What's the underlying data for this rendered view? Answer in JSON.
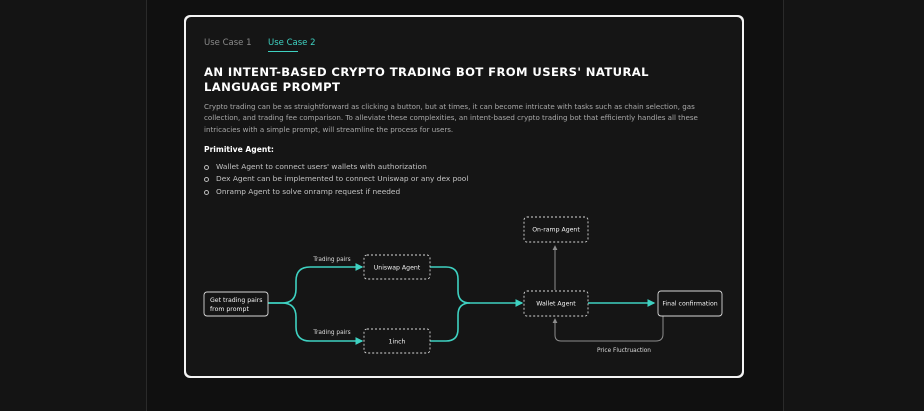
{
  "tabs": [
    {
      "label": "Use Case 1",
      "active": false
    },
    {
      "label": "Use Case 2",
      "active": true
    }
  ],
  "accent_color": "#3ed1c1",
  "title_line1": "AN INTENT-BASED CRYPTO TRADING BOT FROM USERS' NATURAL",
  "title_line2": "LANGUAGE PROMPT",
  "description_lines": [
    "Crypto trading can be as straightforward as clicking a button, but at times, it can become intricate with tasks such as chain selection, gas",
    "collection, and trading fee comparison. To alleviate these complexities, an intent-based crypto trading bot that efficiently handles all these",
    "intricacies with a simple prompt, will streamline the process for users."
  ],
  "primitive_heading": "Primitive Agent:",
  "bullets": [
    "Wallet Agent to connect users' wallets with authorization",
    "Dex Agent can be implemented to connect Uniswap or any dex pool",
    "Onramp Agent to solve onramp request if needed"
  ],
  "diagram": {
    "nodes": {
      "start_line1": "Get trading pairs",
      "start_line2": "from prompt",
      "uniswap": "Uniswap Agent",
      "oneinch": "1inch",
      "wallet": "Wallet Agent",
      "onramp": "On-ramp Agent",
      "final": "Final confirmation"
    },
    "edge_labels": {
      "to_uniswap": "Trading pairs",
      "to_oneinch": "Trading pairs",
      "loop": "Price Fluctruaction"
    }
  }
}
